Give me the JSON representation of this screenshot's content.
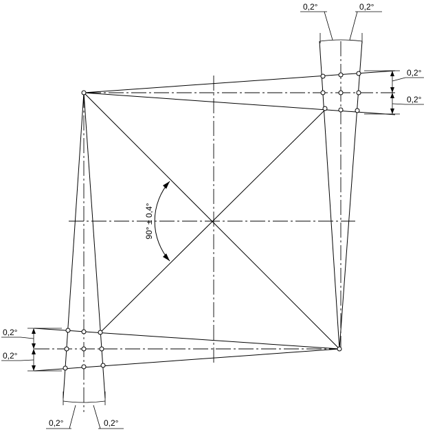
{
  "drawing": {
    "angle_label": "90° ± 0,4°",
    "tolerances": {
      "top_left": "0,2°",
      "top_right": "0,2°",
      "right_upper": "0,2°",
      "right_lower": "0,2°",
      "left_upper": "0,2°",
      "left_lower": "0,2°",
      "bottom_left": "0,2°",
      "bottom_right": "0,2°"
    }
  }
}
